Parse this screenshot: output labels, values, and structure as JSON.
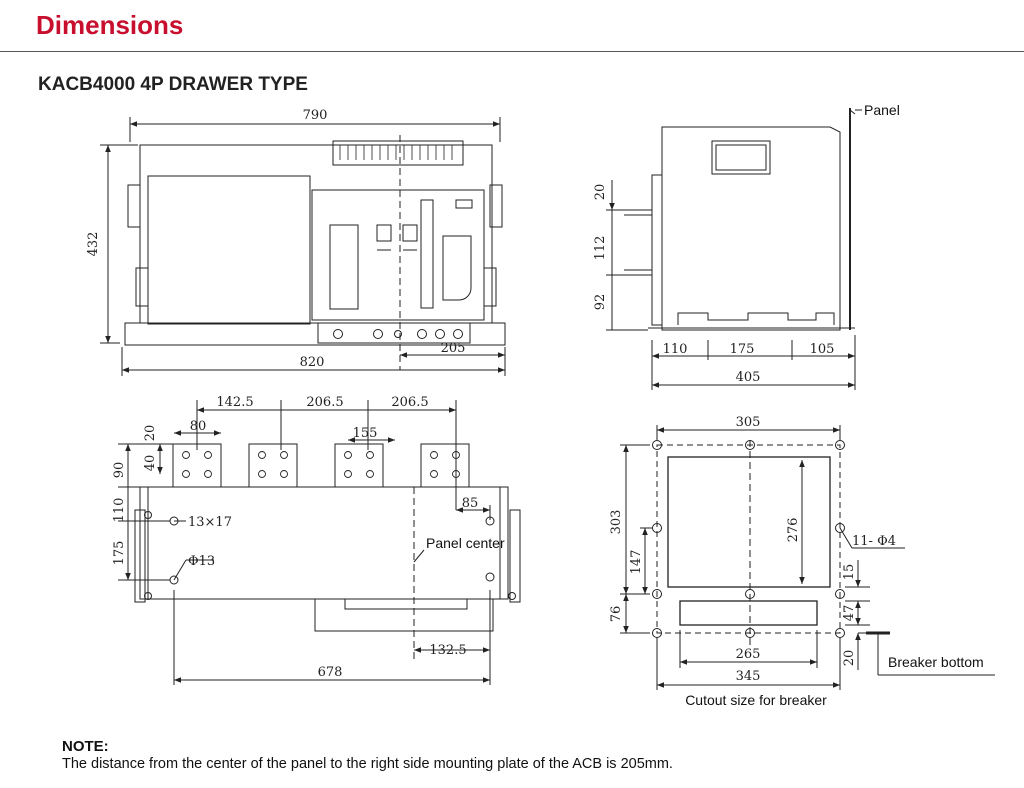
{
  "header": {
    "title": "Dimensions"
  },
  "subtitle": "KACB4000 4P DRAWER TYPE",
  "front_view": {
    "width_top": "790",
    "height": "432",
    "width_bottom": "820",
    "center_to_right": "205"
  },
  "side_view": {
    "panel_label": "Panel",
    "v1": "20",
    "v2": "112",
    "v3": "92",
    "h1": "110",
    "h2": "175",
    "h3": "105",
    "total": "405"
  },
  "bottom_view": {
    "pitch1": "142.5",
    "pitch2": "206.5",
    "pitch3": "206.5",
    "terminal_width": "80",
    "terminal_hole_pitch": "155",
    "v20": "20",
    "v40": "40",
    "v90": "90",
    "v110": "110",
    "v175": "175",
    "slot": "13×17",
    "hole": "Φ13",
    "offset_85": "85",
    "panel_center": "Panel center",
    "offset_132": "132.5",
    "total": "678"
  },
  "cutout": {
    "width_top": "305",
    "height_left": "303",
    "height_inner": "276",
    "v147": "147",
    "v76": "76",
    "v15": "15",
    "v47": "47",
    "v20": "20",
    "holes": "11- Φ4",
    "w265": "265",
    "w345": "345",
    "breaker_bottom": "Breaker bottom",
    "caption": "Cutout size for breaker"
  },
  "note": {
    "title": "NOTE:",
    "text": "The distance from the center of the panel to the right side mounting plate of the ACB is 205mm."
  }
}
